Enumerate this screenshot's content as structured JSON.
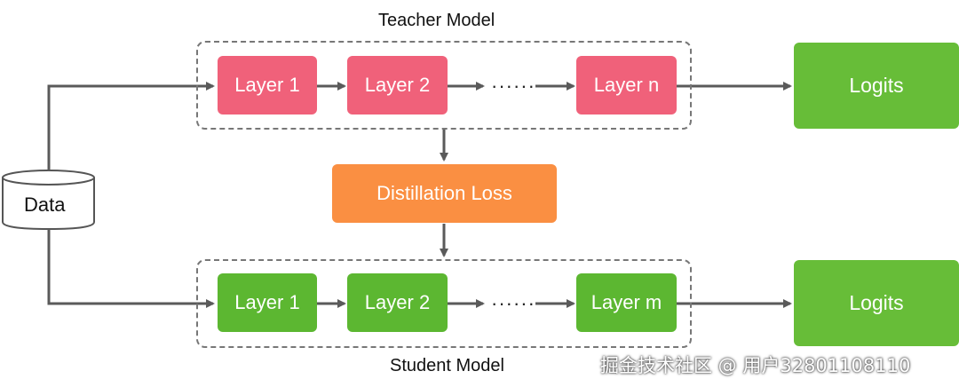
{
  "teacher": {
    "title": "Teacher Model",
    "layers": [
      "Layer 1",
      "Layer 2",
      "Layer n"
    ],
    "ellipsis": "······",
    "color": "#f0617a"
  },
  "student": {
    "title": "Student Model",
    "layers": [
      "Layer 1",
      "Layer 2",
      "Layer m"
    ],
    "ellipsis": "······",
    "color": "#5cb731"
  },
  "data_label": "Data",
  "loss_label": "Distillation Loss",
  "loss_color": "#fa8f42",
  "logits_label": "Logits",
  "logits_color": "#67bd38",
  "arrow_color": "#5a5a5a",
  "watermark": "掘金技术社区 @ 用户3280110811​0"
}
